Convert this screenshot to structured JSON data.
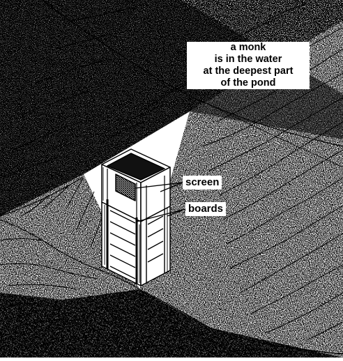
{
  "labels": {
    "caption": [
      "a monk",
      "is in the water",
      "at the deepest part",
      "of the pond"
    ],
    "screen": "screen",
    "boards": "boards"
  },
  "colors": {
    "ink": "#000000",
    "paper": "#ffffff"
  }
}
